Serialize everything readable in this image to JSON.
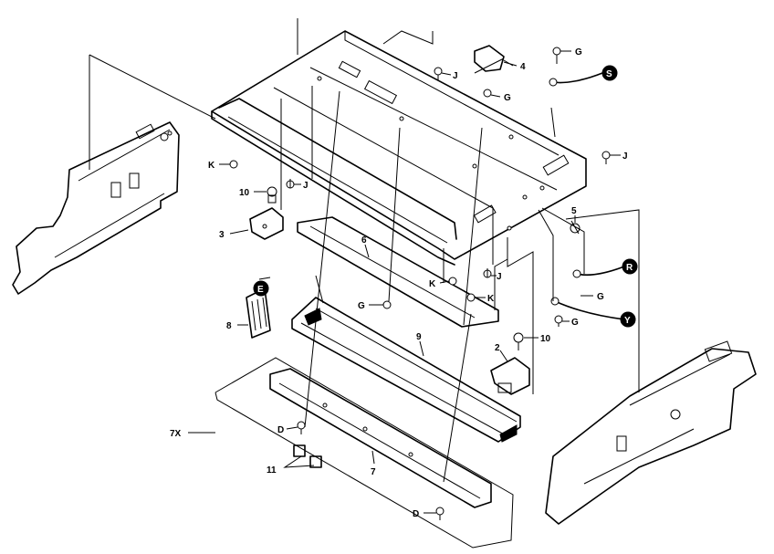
{
  "callouts": {
    "c1": "4",
    "c2": "G",
    "c3": "G",
    "c4": "J",
    "c5": "J",
    "c6": "K",
    "c7": "10",
    "c8": "J",
    "c9": "3",
    "c10": "6",
    "c11": "5",
    "c12": "K",
    "c13": "J",
    "c14": "K",
    "c15": "G",
    "c16": "G",
    "c17": "G",
    "c18": "8",
    "c19": "9",
    "c20": "2",
    "c21": "10",
    "c22": "7X",
    "c23": "D",
    "c24": "11",
    "c25": "7",
    "c26": "D"
  },
  "circled": {
    "s": "S",
    "r": "R",
    "y": "Y",
    "e": "E"
  }
}
